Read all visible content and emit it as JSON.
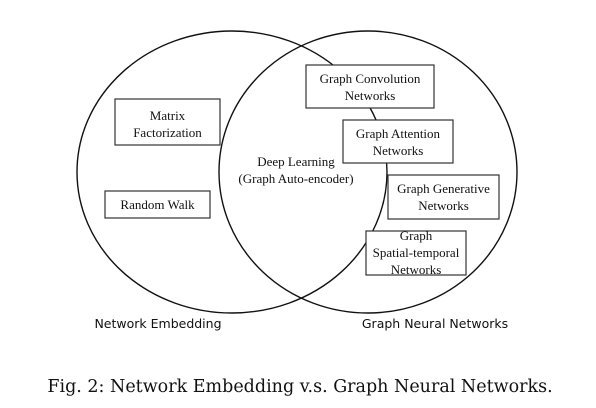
{
  "diagram": {
    "left_set": {
      "label": "Network Embedding",
      "items": [
        {
          "lines": [
            "Matrix",
            "Factorization"
          ]
        },
        {
          "lines": [
            "Random Walk"
          ]
        }
      ]
    },
    "intersection": {
      "lines": [
        "Deep Learning",
        "(Graph Auto-encoder)"
      ]
    },
    "right_set": {
      "label": "Graph Neural Networks",
      "items": [
        {
          "lines": [
            "Graph Convolution",
            "Networks"
          ]
        },
        {
          "lines": [
            "Graph Attention",
            "Networks"
          ]
        },
        {
          "lines": [
            "Graph Generative",
            "Networks"
          ]
        },
        {
          "lines": [
            "Graph",
            "Spatial-temporal",
            "Networks"
          ]
        }
      ]
    },
    "caption": "Fig. 2: Network Embedding v.s. Graph Neural Networks.",
    "colors": {
      "circle_stroke": "#111111",
      "box_stroke": "#333333",
      "text": "#111111"
    }
  }
}
